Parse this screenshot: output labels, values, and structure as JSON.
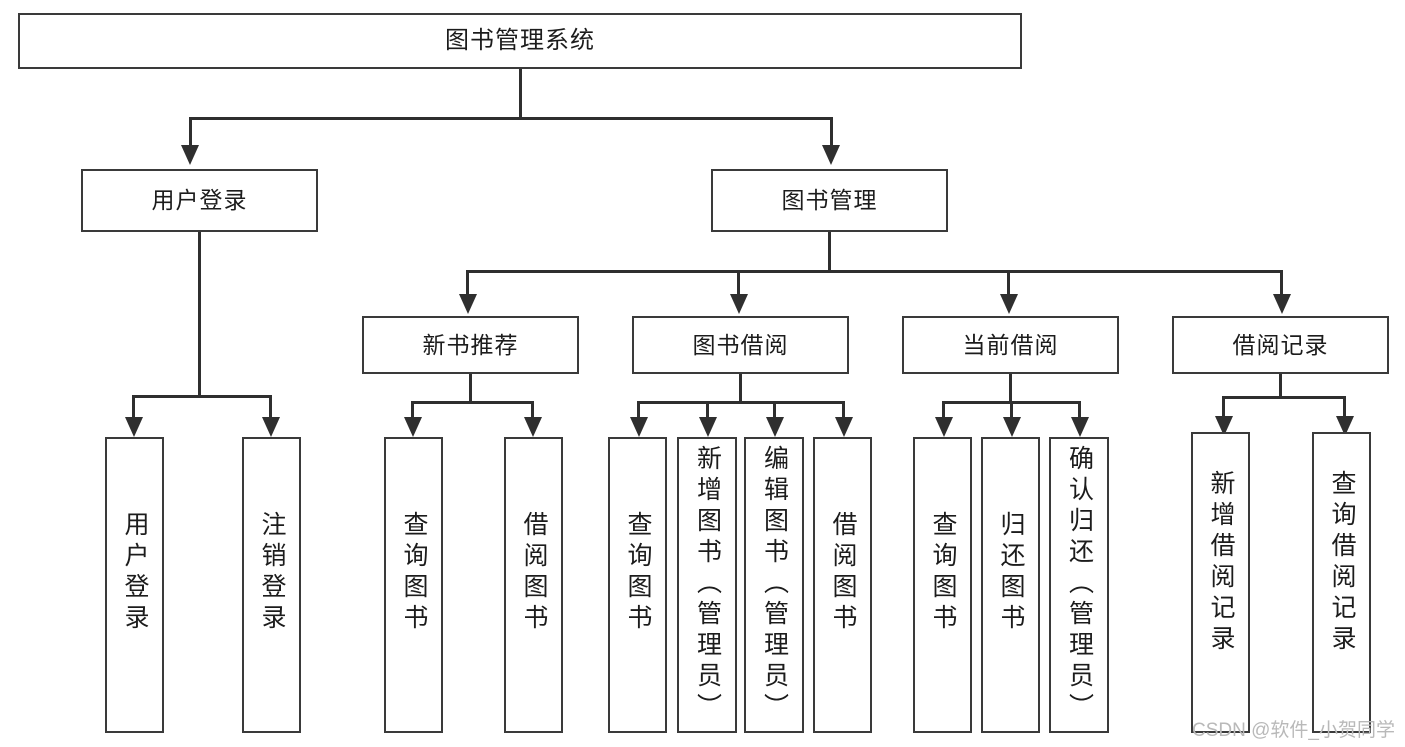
{
  "diagram": {
    "type": "tree-hierarchy-chart",
    "title": "图书管理系统",
    "root": {
      "id": "root",
      "label": "图书管理系统"
    },
    "level2": [
      {
        "id": "user-login",
        "label": "用户登录"
      },
      {
        "id": "book-manage",
        "label": "图书管理"
      }
    ],
    "level3": [
      {
        "id": "new-book-recommend",
        "label": "新书推荐"
      },
      {
        "id": "book-borrow",
        "label": "图书借阅"
      },
      {
        "id": "current-borrow",
        "label": "当前借阅"
      },
      {
        "id": "borrow-record",
        "label": "借阅记录"
      }
    ],
    "leaves": {
      "user_login": [
        {
          "id": "leaf-user-login",
          "label": "用户登录"
        },
        {
          "id": "leaf-logout-login",
          "label": "注销登录"
        }
      ],
      "new_book_recommend": [
        {
          "id": "leaf-query-book-1",
          "label": "查询图书"
        },
        {
          "id": "leaf-borrow-book-1",
          "label": "借阅图书"
        }
      ],
      "book_borrow": [
        {
          "id": "leaf-query-book-2",
          "label": "查询图书"
        },
        {
          "id": "leaf-add-book",
          "label": "新增图书（管理员）"
        },
        {
          "id": "leaf-edit-book",
          "label": "编辑图书（管理员）"
        },
        {
          "id": "leaf-borrow-book-2",
          "label": "借阅图书"
        }
      ],
      "current_borrow": [
        {
          "id": "leaf-query-book-3",
          "label": "查询图书"
        },
        {
          "id": "leaf-return-book",
          "label": "归还图书"
        },
        {
          "id": "leaf-confirm-return",
          "label": "确认归还（管理员）"
        }
      ],
      "borrow_record": [
        {
          "id": "leaf-add-record",
          "label": "新增借阅记录"
        },
        {
          "id": "leaf-query-record",
          "label": "查询借阅记录"
        }
      ]
    }
  },
  "watermark": {
    "text": "CSDN @软件_小贺同学"
  },
  "colors": {
    "box_border": "#3a3a3a",
    "connector": "#2f2f2f",
    "background": "#ffffff",
    "text": "#1c1c1c",
    "watermark": "#b9b9b9"
  }
}
